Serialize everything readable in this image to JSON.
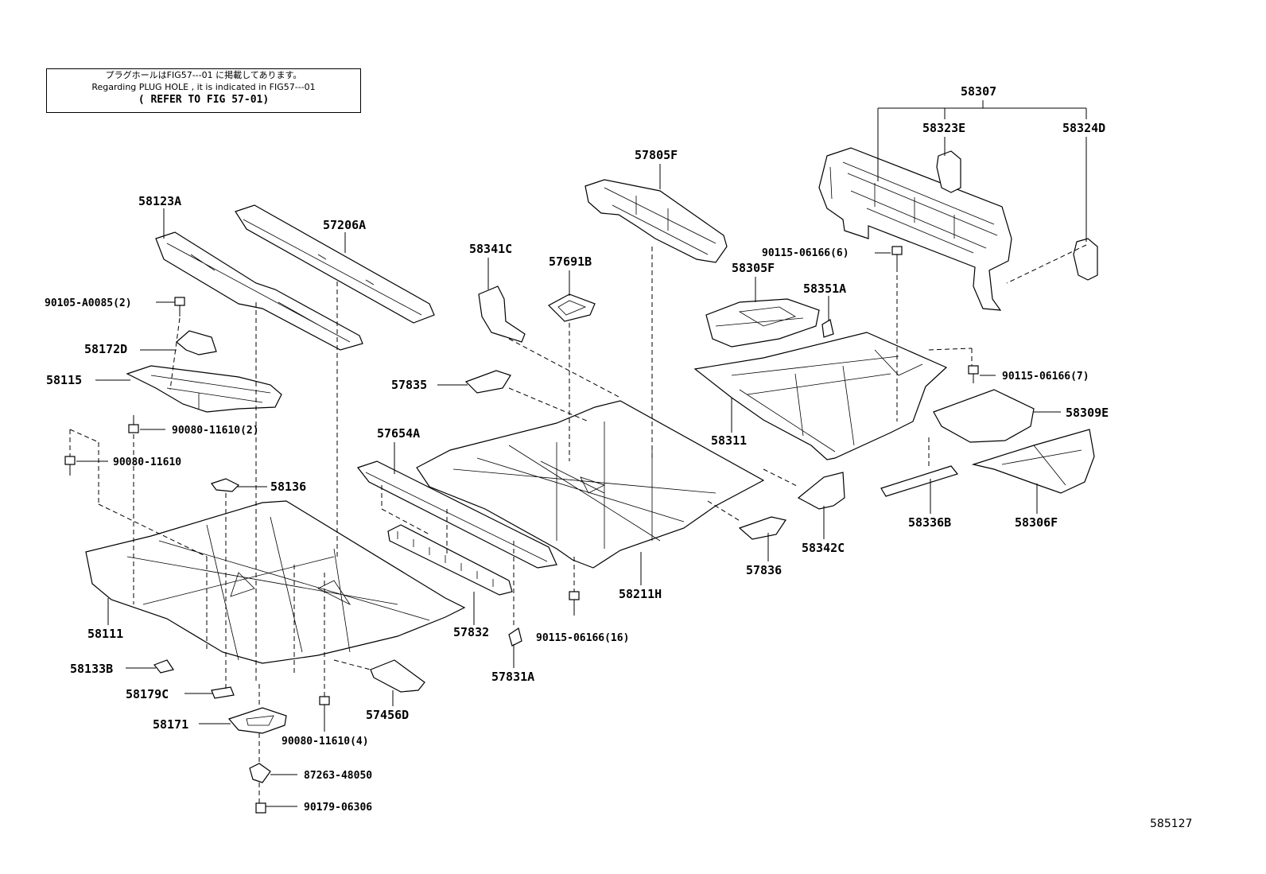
{
  "note": {
    "line1": "プラグホールはFIG57---01 に掲載してあります。",
    "line2": "Regarding PLUG HOLE , it is indicated in FIG57---01",
    "line3": "( REFER TO FIG 57-01)"
  },
  "figure_id": "585127",
  "labels": {
    "p58307": "58307",
    "p58323E": "58323E",
    "p58324D": "58324D",
    "p57805F": "57805F",
    "p58123A": "58123A",
    "p57206A": "57206A",
    "p58341C": "58341C",
    "p57691B": "57691B",
    "p90115_06166_6": "90115-06166(6)",
    "p58305F": "58305F",
    "p58351A": "58351A",
    "p90105_A0085_2": "90105-A0085(2)",
    "p58172D": "58172D",
    "p58115": "58115",
    "p57835": "57835",
    "p90115_06166_7": "90115-06166(7)",
    "p58309E": "58309E",
    "p90080_11610_2": "90080-11610(2)",
    "p57654A": "57654A",
    "p58311": "58311",
    "p90080_11610": "90080-11610",
    "p58136": "58136",
    "p58336B": "58336B",
    "p58306F": "58306F",
    "p58342C": "58342C",
    "p57836": "57836",
    "p58211H": "58211H",
    "p58111": "58111",
    "p57832": "57832",
    "p90115_06166_16": "90115-06166(16)",
    "p58133B": "58133B",
    "p57831A": "57831A",
    "p58179C": "58179C",
    "p57456D": "57456D",
    "p58171": "58171",
    "p90080_11610_4": "90080-11610(4)",
    "p87263_48050": "87263-48050",
    "p90179_06306": "90179-06306"
  }
}
